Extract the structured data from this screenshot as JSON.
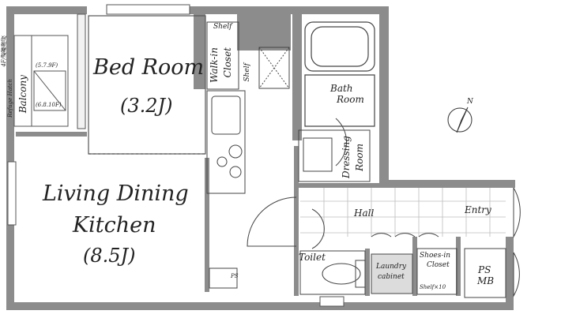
{
  "rooms": {
    "bedroom": {
      "name": "Bed Room",
      "size": "(3.2J)"
    },
    "ldk": {
      "line1": "Living Dining",
      "line2": "Kitchen",
      "size": "(8.5J)"
    },
    "walk_in_closet": {
      "line1": "Walk-in",
      "line2": "Closet"
    },
    "shelf_top": "Shelf",
    "shelf_side": "Shelf",
    "bath_room": {
      "line1": "Bath",
      "line2": "Room"
    },
    "dressing_room": {
      "line1": "Dressing",
      "line2": "Room"
    },
    "hall": "Hall",
    "entry": "Entry",
    "toilet": "Toilet",
    "laundry": {
      "line1": "Laundry",
      "line2": "cabinet"
    },
    "shoes_in_closet": {
      "line1": "Shoes-in",
      "line2": "Closet"
    },
    "shelf_count": "Shelf×10",
    "ps_mb": {
      "line1": "PS",
      "line2": "MB"
    },
    "ps_small": "PS",
    "balcony": "Balcony",
    "refuge_hatch": "Refuge Hatch",
    "balcony_note_1": "(5.7.9F)",
    "balcony_note_2": "(6.8.10F)",
    "vertical_note": "4F/避難階段"
  },
  "compass": {
    "label": "N"
  },
  "colors": {
    "wall": "#8c8c8c",
    "line": "#333333",
    "tile": "#bdbdbd"
  }
}
